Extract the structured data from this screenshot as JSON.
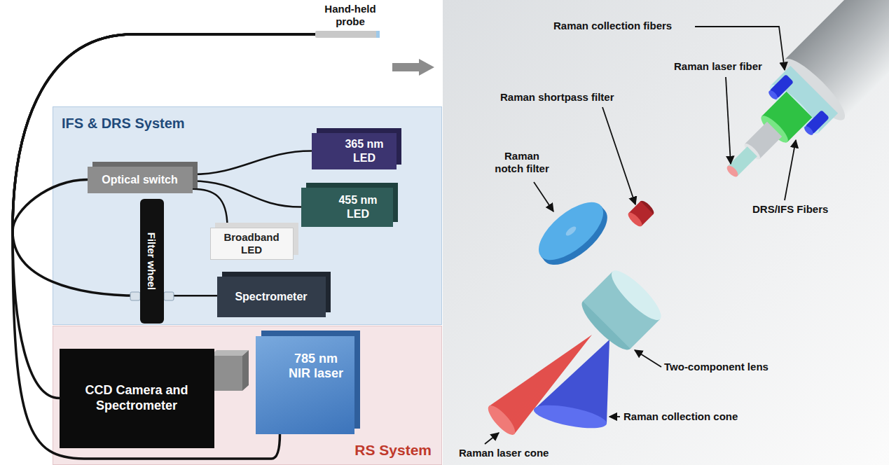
{
  "diagram": {
    "nodes": [
      {
        "text": [
          "Hand-held probe"
        ]
      },
      {
        "text": [
          "IFS & DRS System"
        ]
      },
      {
        "text": [
          "Optical switch"
        ],
        "in": 1
      },
      {
        "text": [
          "365 nm LED"
        ],
        "in": 1
      },
      {
        "text": [
          "455 nm LED"
        ],
        "in": 1
      },
      {
        "text": [
          "Broadband LED"
        ],
        "in": 1
      },
      {
        "text": [
          "Filter wheel"
        ],
        "in": 1
      },
      {
        "text": [
          "Spectrometer"
        ],
        "in": 1
      },
      {
        "text": [
          "RS System"
        ]
      },
      {
        "text": [
          "CCD Camera and Spectrometer"
        ],
        "in": 8
      },
      {
        "text": [
          "785 nm NIR laser"
        ],
        "in": 8
      }
    ],
    "edges": [
      {
        "from": 0,
        "to": 2,
        "arrow": "none"
      },
      {
        "from": 0,
        "to": 6,
        "arrow": "none"
      },
      {
        "from": 0,
        "to": 9,
        "arrow": "none"
      },
      {
        "from": 0,
        "to": 10,
        "arrow": "none"
      },
      {
        "from": 2,
        "to": 3,
        "arrow": "none"
      },
      {
        "from": 2,
        "to": 4,
        "arrow": "none"
      },
      {
        "from": 2,
        "to": 5,
        "arrow": "none"
      },
      {
        "from": 6,
        "to": 7,
        "arrow": "none"
      }
    ],
    "labels": [
      "Raman collection fibers",
      "Raman laser fiber",
      "Raman shortpass filter",
      "Raman notch filter",
      "DRS/IFS Fibers",
      "Two-component lens",
      "Raman collection cone",
      "Raman laser cone"
    ]
  }
}
